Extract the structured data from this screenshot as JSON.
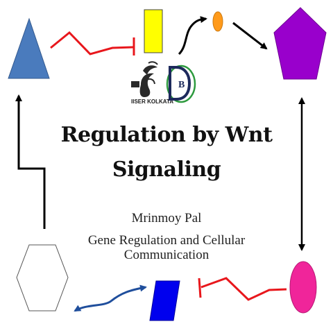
{
  "title_lines": [
    "Regulation by Wnt",
    "Signaling"
  ],
  "author": "Mrinmoy Pal",
  "course_lines": [
    "Gene Regulation and Cellular",
    "Communication"
  ],
  "logos": [
    {
      "name": "iiser-kolkata-logo",
      "label": "IISER KOLKATA",
      "icon": "stacked-curves-figure"
    },
    {
      "name": "dbs-logo",
      "label": "D B",
      "icon": "circled-letters"
    }
  ],
  "colors": {
    "triangle": "#4a7bbd",
    "rectangle_yellow": "#ffff00",
    "oval_orange": "#ff9a1a",
    "pentagon": "#9900cc",
    "oval_magenta": "#f0259a",
    "parallelogram": "#0000ee",
    "inhibition": "#e8171c",
    "activation": "#000000",
    "curved_blue": "#1f4e9c",
    "logo_green": "#2d9a3e",
    "logo_navy": "#1d2a5c"
  }
}
